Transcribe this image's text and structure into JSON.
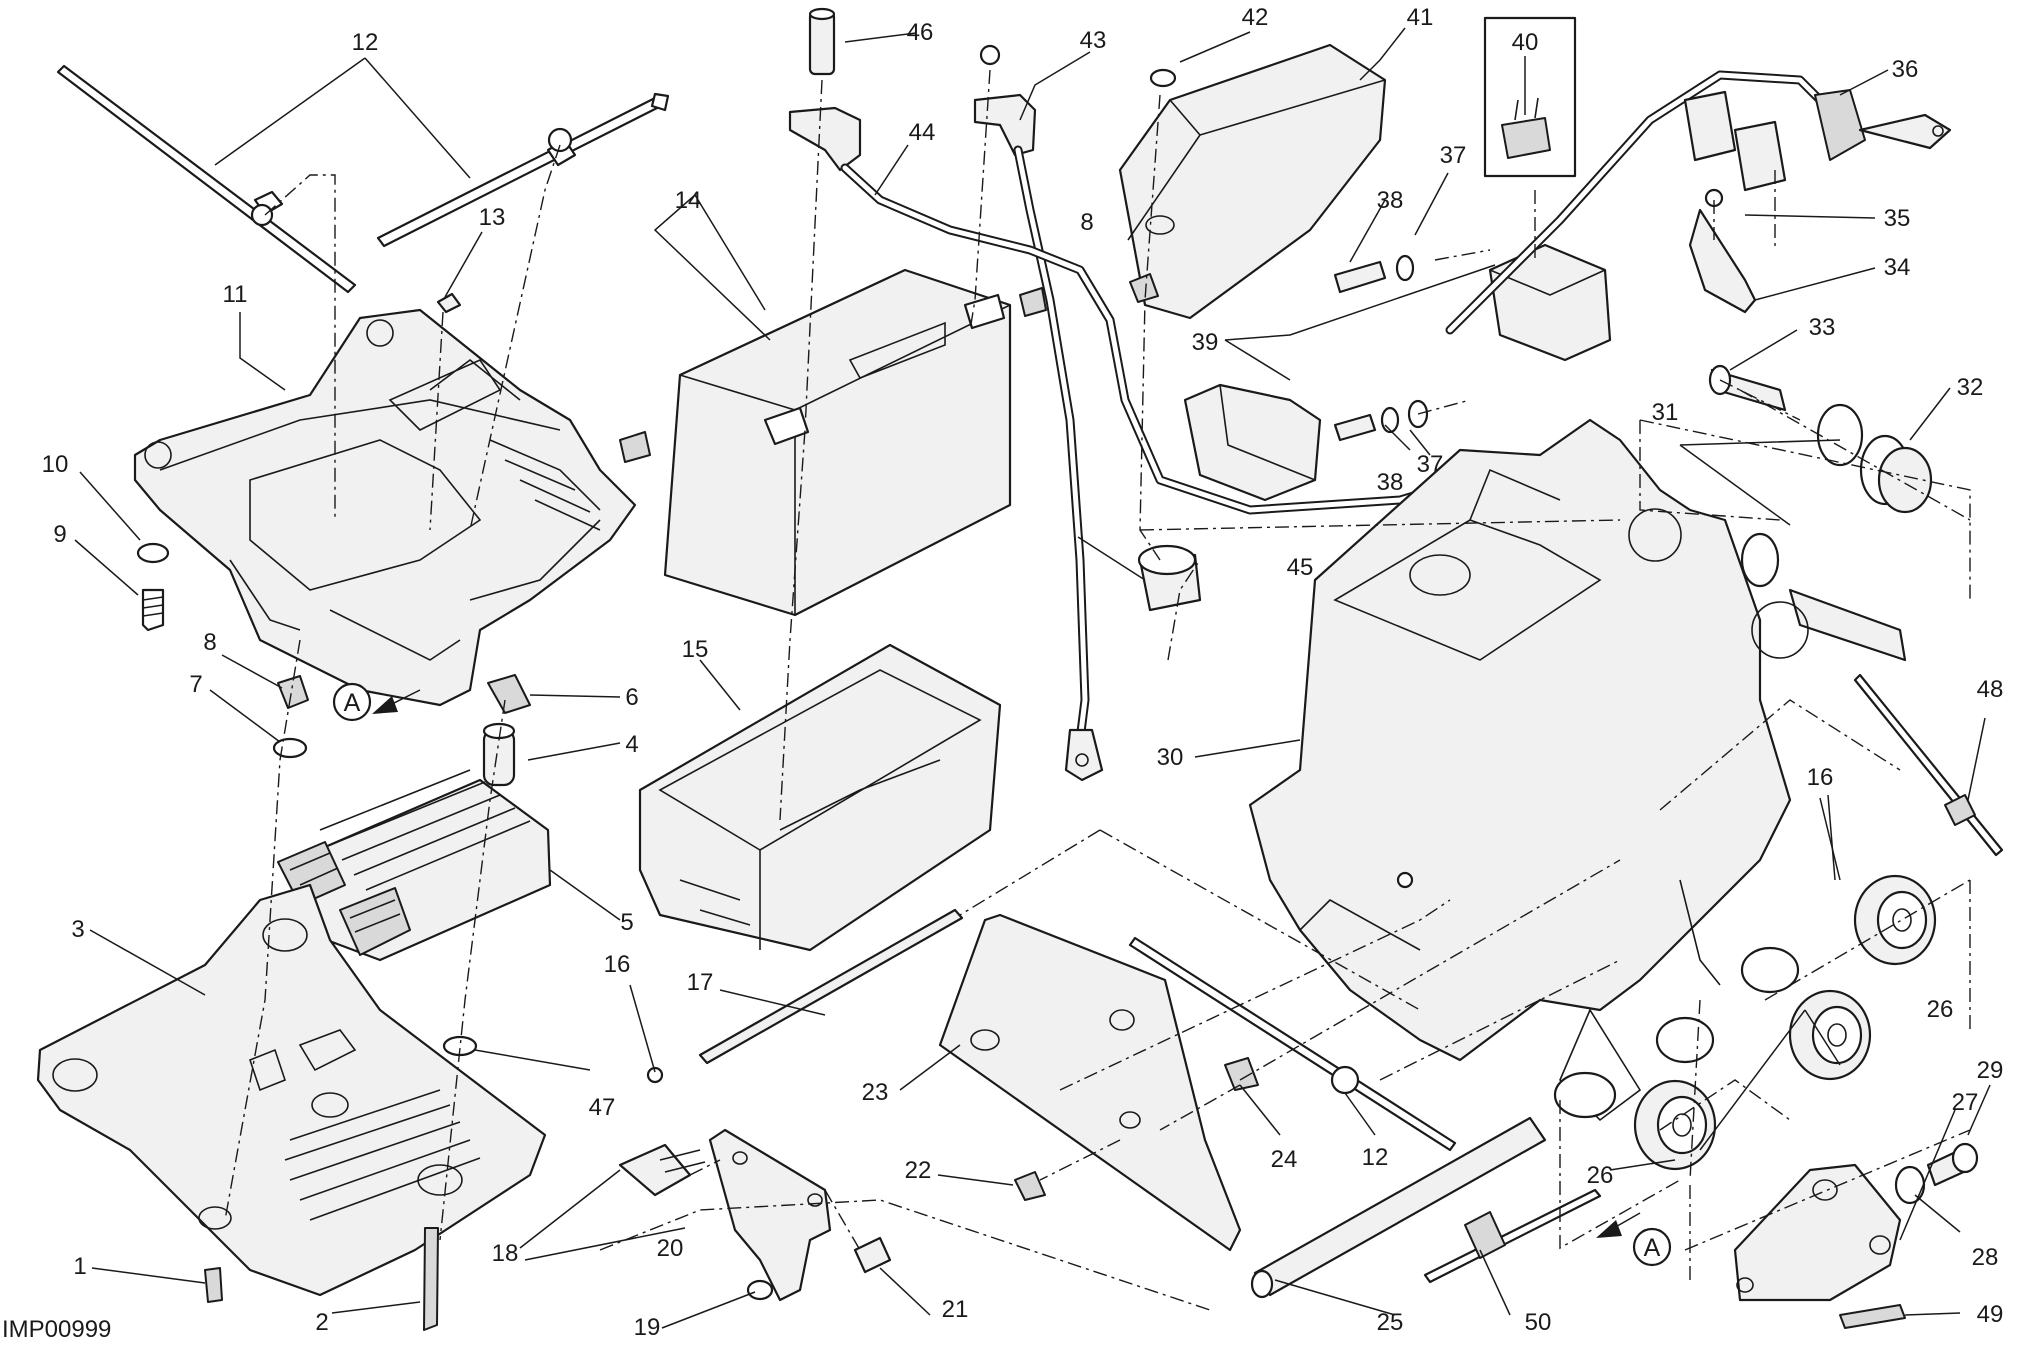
{
  "diagram": {
    "drawing_code": "IMP00999",
    "view_reference": "A",
    "callouts": [
      "1",
      "2",
      "3",
      "4",
      "5",
      "6",
      "7",
      "8",
      "9",
      "10",
      "11",
      "12",
      "13",
      "14",
      "15",
      "16",
      "17",
      "18",
      "19",
      "20",
      "21",
      "22",
      "23",
      "24",
      "25",
      "26",
      "27",
      "28",
      "29",
      "30",
      "31",
      "32",
      "33",
      "34",
      "35",
      "36",
      "37",
      "38",
      "39",
      "40",
      "41",
      "42",
      "43",
      "44",
      "45",
      "46",
      "47",
      "48",
      "49",
      "50"
    ]
  }
}
